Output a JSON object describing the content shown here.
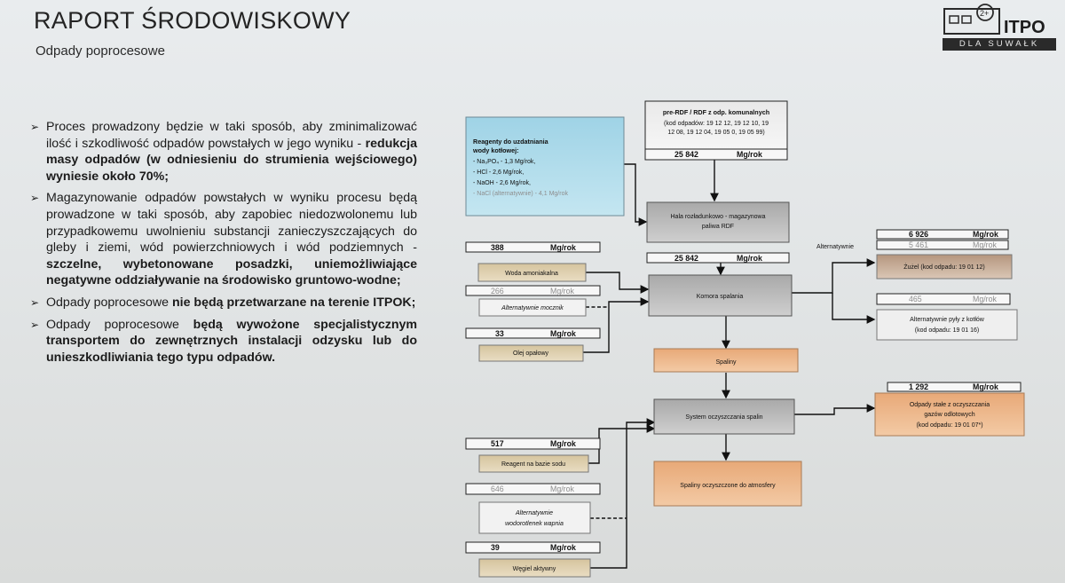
{
  "header": {
    "title": "RAPORT ŚRODOWISKOWY",
    "subtitle": "Odpady poprocesowe"
  },
  "logo": {
    "name": "ITPO",
    "tagline": "DLA SUWAŁK"
  },
  "bullets": [
    {
      "parts": [
        {
          "t": "Proces prowadzony będzie w taki sposób, aby zminimalizować ilość i szkodliwość odpadów powstałych w jego wyniku - ",
          "b": false
        },
        {
          "t": "redukcja masy odpadów (w odniesieniu do strumienia wejściowego) wyniesie około 70%;",
          "b": true
        }
      ]
    },
    {
      "parts": [
        {
          "t": "Magazynowanie odpadów powstałych w wyniku procesu będą prowadzone w taki sposób, aby zapobiec niedozwolonemu lub przypadkowemu uwolnieniu substancji zanieczyszczających do gleby i ziemi, wód powierzchniowych i wód podziemnych - ",
          "b": false
        },
        {
          "t": "szczelne, wybetonowane posadzki, uniemożliwiające negatywne oddziaływanie na środowisko gruntowo-wodne;",
          "b": true
        }
      ]
    },
    {
      "parts": [
        {
          "t": "Odpady poprocesowe ",
          "b": false
        },
        {
          "t": "nie będą przetwarzane na terenie ITPOK;",
          "b": true
        }
      ]
    },
    {
      "parts": [
        {
          "t": "Odpady poprocesowe ",
          "b": false
        },
        {
          "t": "będą wywożone specjalistycznym transportem do zewnętrznych instalacji odzysku lub do unieszkodliwiania tego typu odpadów.",
          "b": true
        }
      ]
    }
  ],
  "diagram": {
    "unit": "Mg/rok",
    "reagents_box": {
      "title": "Reagenty do uzdatniania wody kotłowej:",
      "items": [
        "- Na₃PO₄ - 1,3 Mg/rok,",
        "- HCl - 2,6 Mg/rok,",
        "- NaOH - 2,6 Mg/rok,",
        "- NaCl (alternatywnie) - 4,1 Mg/rok"
      ]
    },
    "input_box": {
      "title": "pre-RDF / RDF z odp. komunalnych",
      "codes": [
        "(kod odpadów: 19 12 12, 19 12 10, 19",
        "12 08, 19 12 04, 19 05 0, 19 05 99)"
      ],
      "value": "25 842"
    },
    "storage_hall": {
      "label": [
        "Hala rozładunkowo - magazynowa",
        "paliwa RDF"
      ],
      "value": "25 842"
    },
    "combustion": "Komora spalania",
    "flue_gas": "Spaliny",
    "cleaning": "System oczyszczania spalin",
    "clean_gas": "Spaliny oczyszczone do atmosfery",
    "ammonia": {
      "value": "388",
      "label": "Woda amoniakalna"
    },
    "urea": {
      "value": "266",
      "label": "Alternatywnie mocznik"
    },
    "oil": {
      "value": "33",
      "label": "Olej opałowy"
    },
    "sodium": {
      "value": "517",
      "label": "Reagent na bazie sodu"
    },
    "lime": {
      "value": "646",
      "label": [
        "Alternatywnie",
        "wodorotlenek wapnia"
      ]
    },
    "carbon": {
      "value": "39",
      "label": "Węgiel aktywny"
    },
    "alt_label": "Alternatywnie",
    "slag": {
      "value": "6 926",
      "alt_value": "5 461",
      "label": "Żużel (kod odpadu: 19 01 12)"
    },
    "ash": {
      "value": "465",
      "label": [
        "Alternatywnie pyły z kotłów",
        "(kod odpadu: 19 01 16)"
      ]
    },
    "residues": {
      "value": "1 292",
      "label": [
        "Odpady stałe z oczyszczania",
        "gazów odlotowych",
        "(kod odpadu: 19 01 07*)"
      ]
    }
  }
}
